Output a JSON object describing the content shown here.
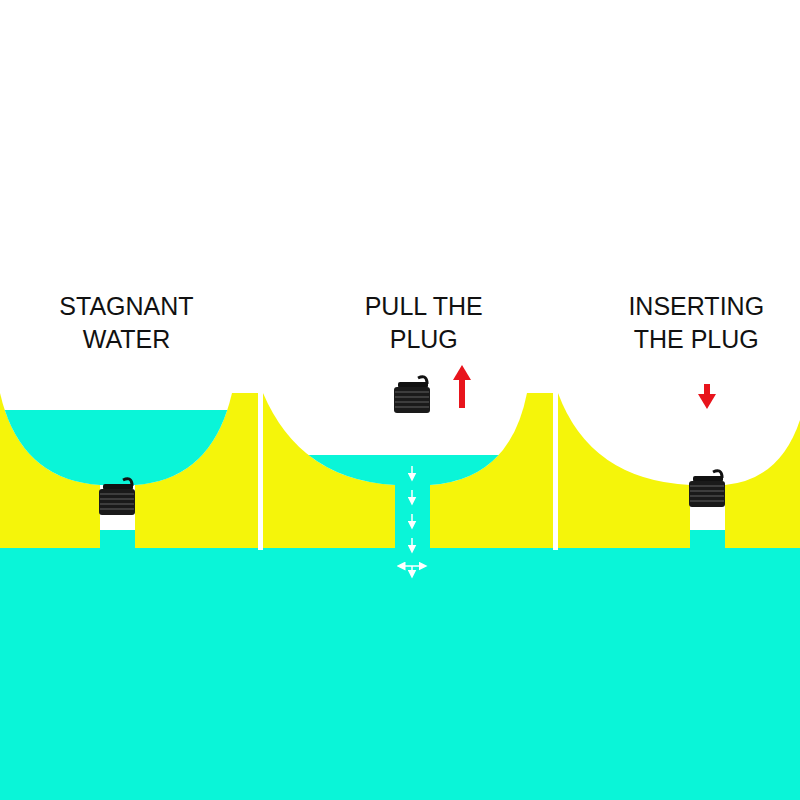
{
  "diagram": {
    "labels": [
      "STAGNANT WATER",
      "PULL THE PLUG",
      "INSERTING THE PLUG"
    ]
  }
}
